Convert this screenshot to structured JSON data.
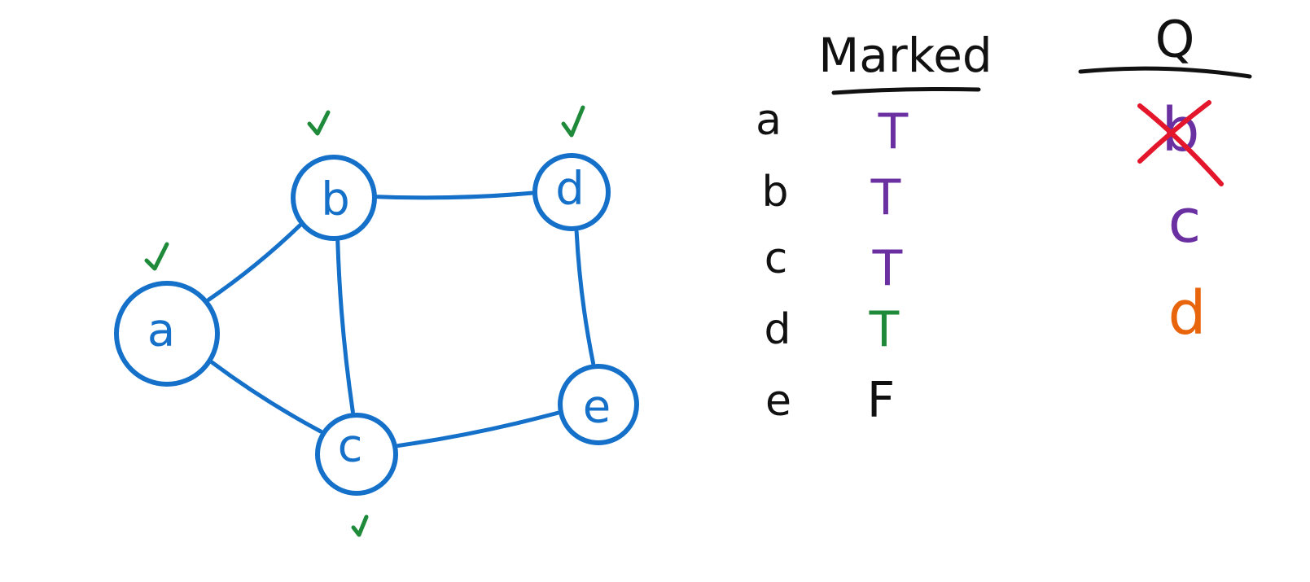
{
  "colors": {
    "graph": "#1470c8",
    "check": "#1e8a3a",
    "ink": "#111111",
    "purple": "#6a2fa0",
    "green": "#1e8a3a",
    "orange": "#e8650c",
    "cross": "#e3162b"
  },
  "graph": {
    "nodes": [
      {
        "id": "a",
        "label": "a",
        "checked": true
      },
      {
        "id": "b",
        "label": "b",
        "checked": true
      },
      {
        "id": "c",
        "label": "c",
        "checked": true
      },
      {
        "id": "d",
        "label": "d",
        "checked": true
      },
      {
        "id": "e",
        "label": "e",
        "checked": false
      }
    ],
    "edges": [
      {
        "from": "a",
        "to": "b"
      },
      {
        "from": "a",
        "to": "c"
      },
      {
        "from": "b",
        "to": "c"
      },
      {
        "from": "b",
        "to": "d"
      },
      {
        "from": "c",
        "to": "e"
      },
      {
        "from": "d",
        "to": "e"
      }
    ]
  },
  "marked_table": {
    "heading": "Marked",
    "rows": [
      {
        "vertex": "a",
        "value": "T",
        "color": "#6a2fa0"
      },
      {
        "vertex": "b",
        "value": "T",
        "color": "#6a2fa0"
      },
      {
        "vertex": "c",
        "value": "T",
        "color": "#6a2fa0"
      },
      {
        "vertex": "d",
        "value": "T",
        "color": "#1e8a3a"
      },
      {
        "vertex": "e",
        "value": "F",
        "color": "#111111"
      }
    ]
  },
  "queue": {
    "heading_symbol": "Q",
    "items": [
      {
        "label": "b",
        "color": "#6a2fa0",
        "crossed_out": true
      },
      {
        "label": "c",
        "color": "#6a2fa0",
        "crossed_out": false
      },
      {
        "label": "d",
        "color": "#e8650c",
        "crossed_out": false
      }
    ]
  }
}
